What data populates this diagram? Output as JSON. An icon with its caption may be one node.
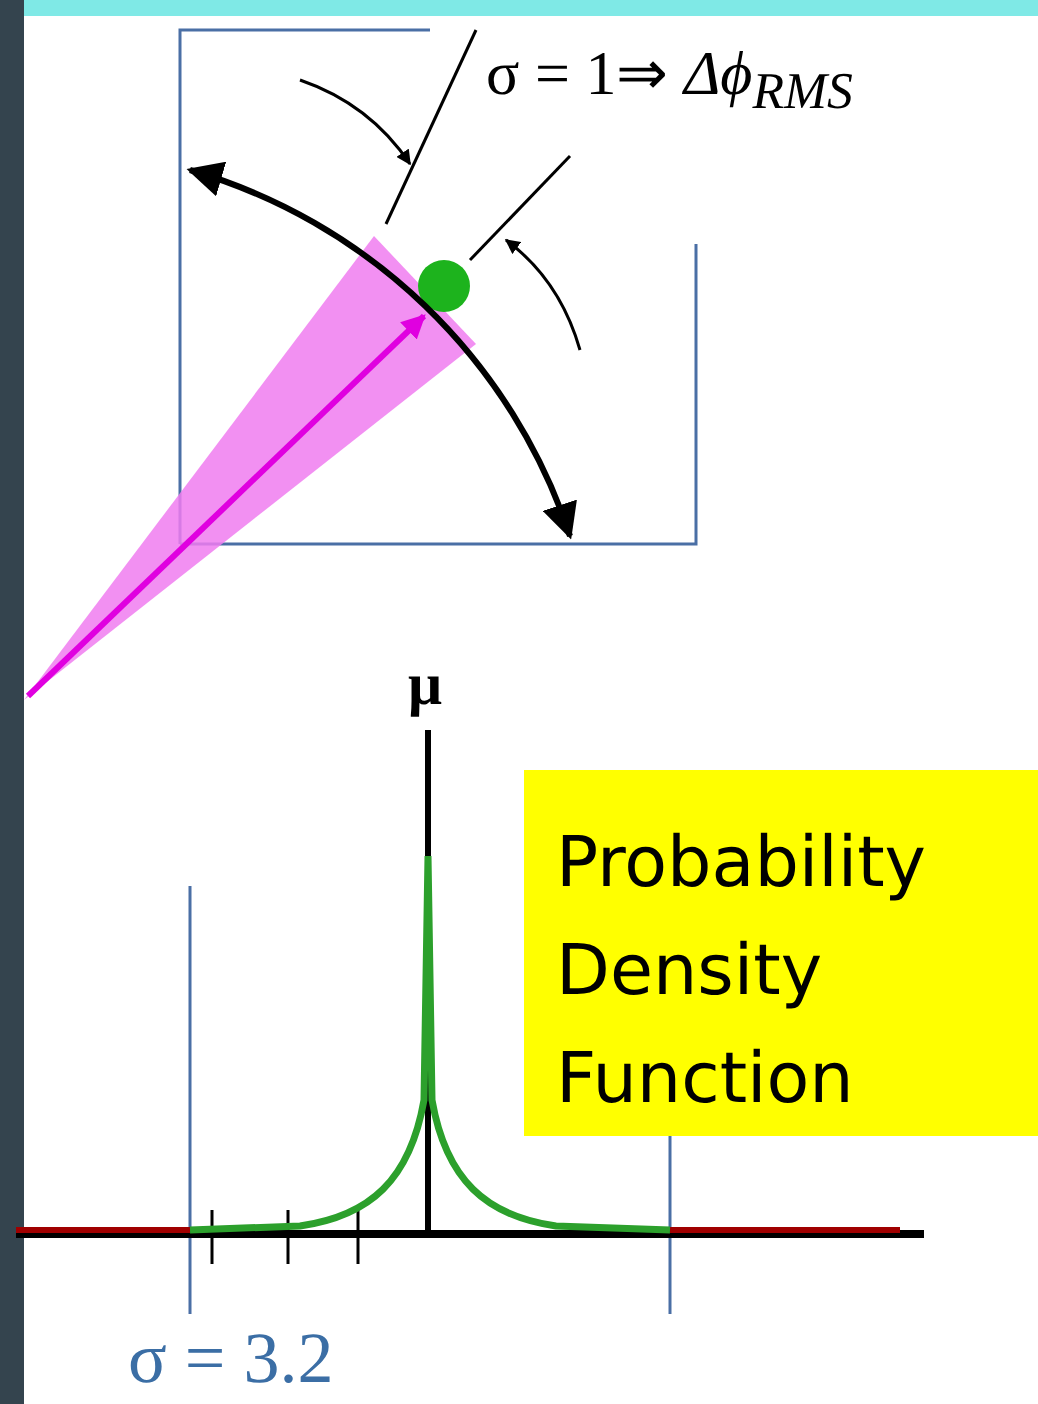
{
  "diagram": {
    "nodes": [
      {
        "text": [
          "Probability Density Function"
        ]
      }
    ],
    "labels": [
      "σ = 1⇒ *Δϕ*$_{RMS}$",
      "μ",
      "σ = 3.2"
    ]
  }
}
